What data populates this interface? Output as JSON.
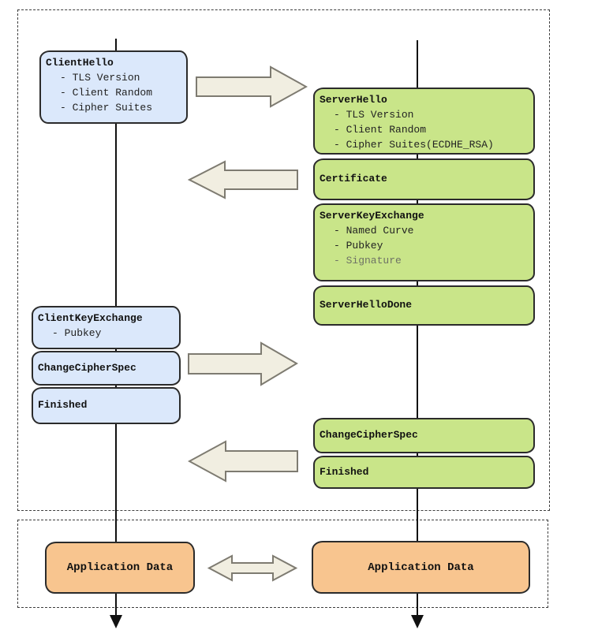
{
  "colors": {
    "client_box": "#dbe8fb",
    "server_box": "#c9e589",
    "app_box": "#f8c58f",
    "arrow_fill": "#f1eee1",
    "arrow_stroke": "#7e7b71",
    "box_border": "#2b2b2b",
    "lifeline": "#111111"
  },
  "client": {
    "boxes": [
      {
        "title": "ClientHello",
        "items": [
          "- TLS Version",
          "- Client Random",
          "- Cipher Suites"
        ]
      },
      {
        "title": "ClientKeyExchange",
        "items": [
          "- Pubkey"
        ]
      },
      {
        "title": "ChangeCipherSpec"
      },
      {
        "title": "Finished"
      }
    ],
    "app_data": "Application Data"
  },
  "server": {
    "boxes": [
      {
        "title": "ServerHello",
        "items": [
          "- TLS Version",
          "- Client Random",
          "- Cipher Suites(ECDHE_RSA)"
        ]
      },
      {
        "title": "Certificate"
      },
      {
        "title": "ServerKeyExchange",
        "items": [
          "- Named Curve",
          "- Pubkey",
          "- Signature"
        ]
      },
      {
        "title": "ServerHelloDone"
      },
      {
        "title": "ChangeCipherSpec"
      },
      {
        "title": "Finished"
      }
    ],
    "app_data": "Application Data"
  },
  "arrows": [
    {
      "name": "client-to-server-hello",
      "direction": "right"
    },
    {
      "name": "server-to-client-certificate",
      "direction": "left"
    },
    {
      "name": "client-to-server-finish",
      "direction": "right"
    },
    {
      "name": "server-to-client-finish",
      "direction": "left"
    },
    {
      "name": "application-data-exchange",
      "direction": "both"
    }
  ]
}
